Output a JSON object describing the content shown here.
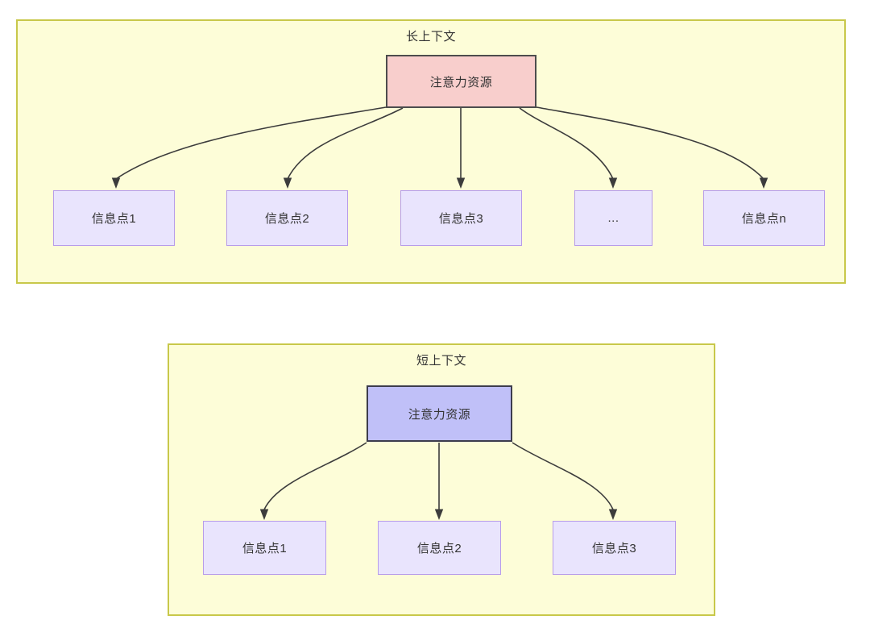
{
  "diagram": {
    "title_semantic": "attention-resource-context-comparison",
    "colors": {
      "container_fill": "#fdfdd8",
      "container_border": "#c8c84a",
      "attention_long_fill": "#f8cecc",
      "attention_long_border": "#4d4d4d",
      "attention_short_fill": "#c0c0f8",
      "attention_short_border": "#3d3d4d",
      "info_fill": "#e9e4fd",
      "info_border": "#b79cea",
      "edge_stroke": "#3c3c3c",
      "text": "#333333"
    },
    "sections": [
      {
        "id": "long-context",
        "title": "长上下文",
        "root": {
          "label": "注意力资源"
        },
        "children": [
          {
            "label": "信息点1"
          },
          {
            "label": "信息点2"
          },
          {
            "label": "信息点3"
          },
          {
            "label": "..."
          },
          {
            "label": "信息点n"
          }
        ]
      },
      {
        "id": "short-context",
        "title": "短上下文",
        "root": {
          "label": "注意力资源"
        },
        "children": [
          {
            "label": "信息点1"
          },
          {
            "label": "信息点2"
          },
          {
            "label": "信息点3"
          }
        ]
      }
    ]
  }
}
